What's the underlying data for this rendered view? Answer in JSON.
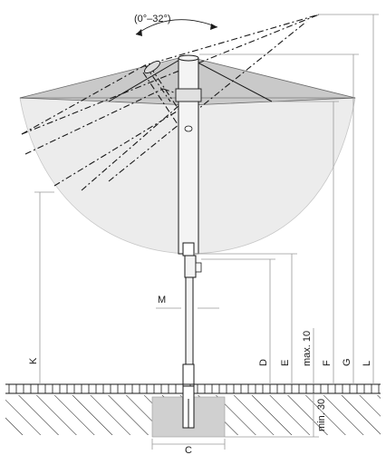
{
  "diagram": {
    "tilt_range_label": "(0°–32°)",
    "dimension_labels": {
      "K": "K",
      "D": "D",
      "E": "E",
      "max10": "max. 10",
      "F": "F",
      "G": "G",
      "L": "L",
      "M": "M",
      "min30": "min. 30",
      "C": "C"
    },
    "colors": {
      "canopy_light": "#ececec",
      "canopy_dark": "#c9c9c9",
      "dimension_line": "#9a9a9a",
      "foundation": "#d0d0d0",
      "ink": "#1a1a1a"
    }
  }
}
